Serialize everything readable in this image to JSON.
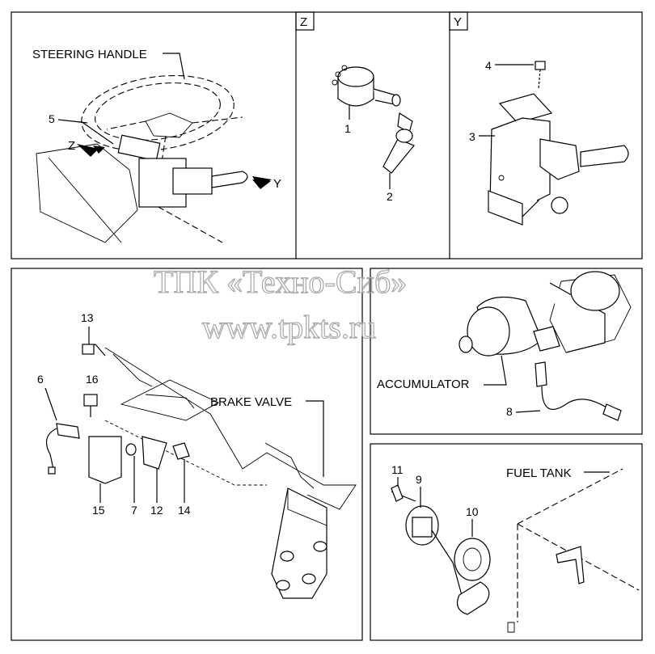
{
  "watermark": {
    "line1": "ТПК «Техно-Сиб»",
    "line2": "www.tpkts.ru"
  },
  "panels": {
    "steering": {
      "title": "STEERING HANDLE",
      "callouts": {
        "n5": "5",
        "z": "Z",
        "y": "Y"
      }
    },
    "view_z": {
      "tag": "Z",
      "callouts": {
        "n1": "1",
        "n2": "2"
      }
    },
    "view_y": {
      "tag": "Y",
      "callouts": {
        "n3": "3",
        "n4": "4"
      }
    },
    "brake": {
      "title": "BRAKE VALVE",
      "callouts": {
        "n6": "6",
        "n7": "7",
        "n12": "12",
        "n13": "13",
        "n14": "14",
        "n15": "15",
        "n16": "16"
      }
    },
    "accumulator": {
      "title": "ACCUMULATOR",
      "callouts": {
        "n8": "8"
      }
    },
    "fuel": {
      "title": "FUEL TANK",
      "callouts": {
        "n9": "9",
        "n10": "10",
        "n11": "11"
      }
    }
  },
  "colors": {
    "line": "#000000",
    "watermark": "#a8a8a8",
    "background": "#ffffff"
  }
}
